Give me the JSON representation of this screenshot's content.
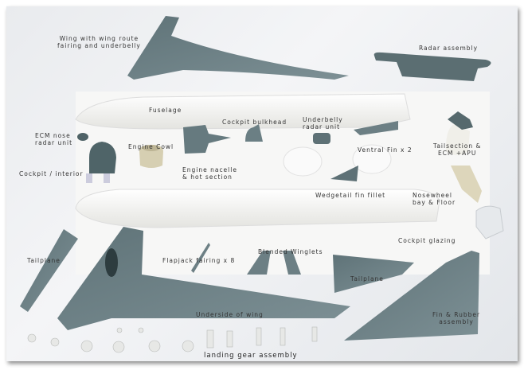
{
  "labels": {
    "wing": [
      "Wing with wing route",
      "fairing and underbelly"
    ],
    "radar_assembly": "Radar assembly",
    "fuselage": "Fuselage",
    "cockpit_bulkhead": "Cockpit bulkhead",
    "underbelly_radar": [
      "Underbelly",
      "radar unit"
    ],
    "ecm_nose": [
      "ECM nose",
      "radar unit"
    ],
    "engine_cowl": "Engine Cowl",
    "tailsection": [
      "Tailsection &",
      "ECM +APU"
    ],
    "ventral_fin": "Ventral Fin x 2",
    "engine_nacelle": [
      "Engine nacelle",
      "& hot section"
    ],
    "cockpit_interior": "Cockpit / interior",
    "wedgetail": "Wedgetail fin fillet",
    "nosewheel": [
      "Nosewheel",
      "bay & Floor"
    ],
    "cockpit_glazing": "Cockpit glazing",
    "tailplane_left": "Tailplane",
    "flapjack": "Flapjack fairing x 8",
    "blended_winglets": "Blended Winglets",
    "tailplane_right": "Tailplane",
    "underside_wing": "Underside of wing",
    "fin_rudder": [
      "Fin & Rubber",
      "assembly"
    ],
    "landing_gear": "landing gear assembly"
  },
  "colors": {
    "grey_part": "#6f8288",
    "white_part": "#f5f5f2",
    "cream_part": "#ddd6bb"
  }
}
